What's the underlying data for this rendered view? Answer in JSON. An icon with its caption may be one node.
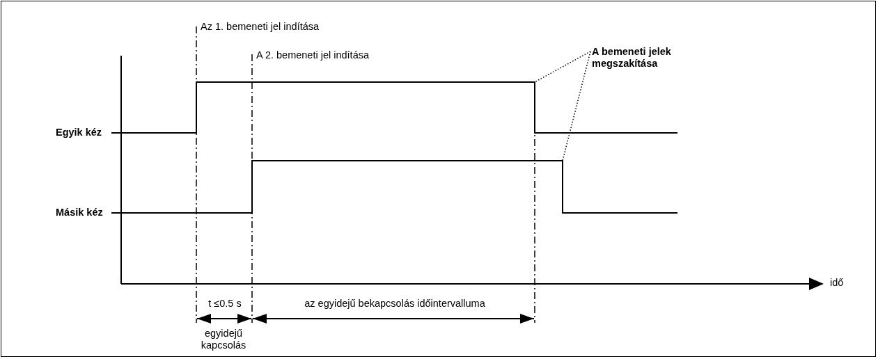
{
  "diagram": {
    "nodes": [
      {
        "text": [
          "A bemeneti jelek megszakítása"
        ]
      },
      {
        "text": [],
        "shape": "line"
      },
      {
        "text": [],
        "shape": "line"
      }
    ],
    "edges": [
      {
        "from": 0,
        "to": 1,
        "arrow": "none"
      },
      {
        "from": 0,
        "to": 2,
        "arrow": "none"
      }
    ],
    "labels": [
      "Az 1. bemeneti jel indítása",
      "A 2. bemeneti jel indítása",
      "Egyik kéz",
      "Másik kéz",
      "idő",
      "t ≤0.5 s",
      "az egyidejű bekapcsolás időintervalluma",
      "egyidejű kapcsolás"
    ]
  }
}
